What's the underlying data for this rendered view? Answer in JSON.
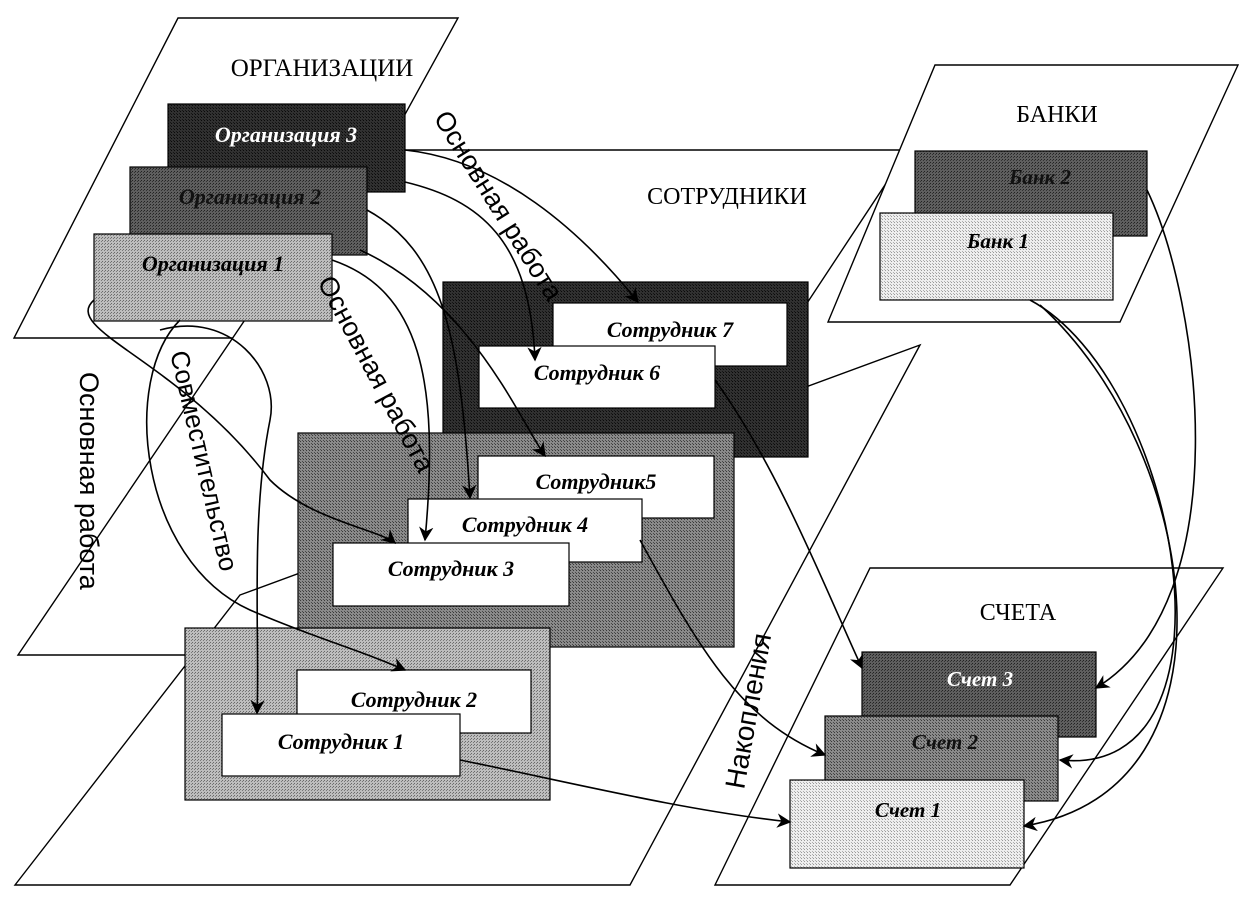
{
  "planes": {
    "organizations": "ОРГАНИЗАЦИИ",
    "employees": "СОТРУДНИКИ",
    "banks": "БАНКИ",
    "accounts": "СЧЕТА"
  },
  "organizations": [
    "Организация 3",
    "Организация 2",
    "Организация 1"
  ],
  "employees": [
    "Сотрудник 7",
    "Сотрудник 6",
    "Сотрудник5",
    "Сотрудник 4",
    "Сотрудник 3",
    "Сотрудник 2",
    "Сотрудник 1"
  ],
  "banks": [
    "Банк 2",
    "Банк 1"
  ],
  "accounts": [
    "Счет 3",
    "Счет 2",
    "Счет 1"
  ],
  "relations": {
    "main_work_1": "Основная работа",
    "main_work_2": "Основная работа",
    "main_work_3": "Основная работа",
    "combination": "Совместительство",
    "savings": "Накопления"
  },
  "colors": {
    "light_gray": "#c8c8c8",
    "mid_gray": "#8e8e8e",
    "dark_gray": "#5a5a5a",
    "darkest_gray": "#2a2a2a",
    "ink": "#000000"
  }
}
